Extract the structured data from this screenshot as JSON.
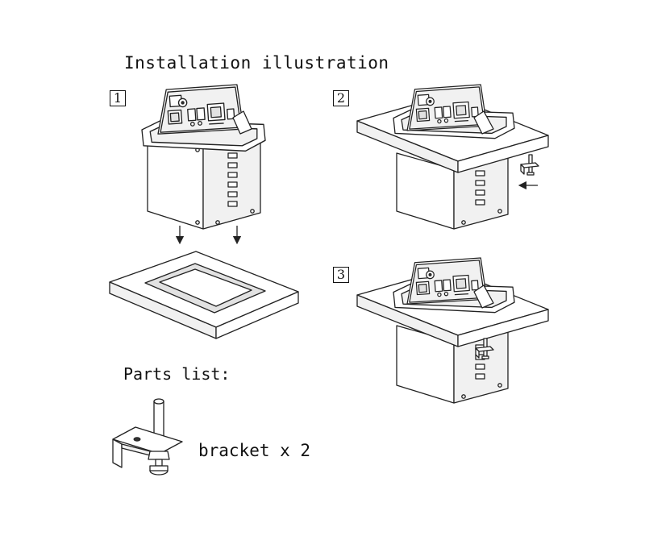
{
  "title": "Installation illustration",
  "steps": [
    "1",
    "2",
    "3"
  ],
  "parts_list": {
    "heading": "Parts list:",
    "item": "bracket x 2"
  },
  "colors": {
    "line": "#222222",
    "background": "#ffffff"
  },
  "icons": [
    "pop-up-socket-box",
    "desk-cutout-frame",
    "mounting-bracket",
    "arrow-down-icon",
    "arrow-left-icon"
  ]
}
